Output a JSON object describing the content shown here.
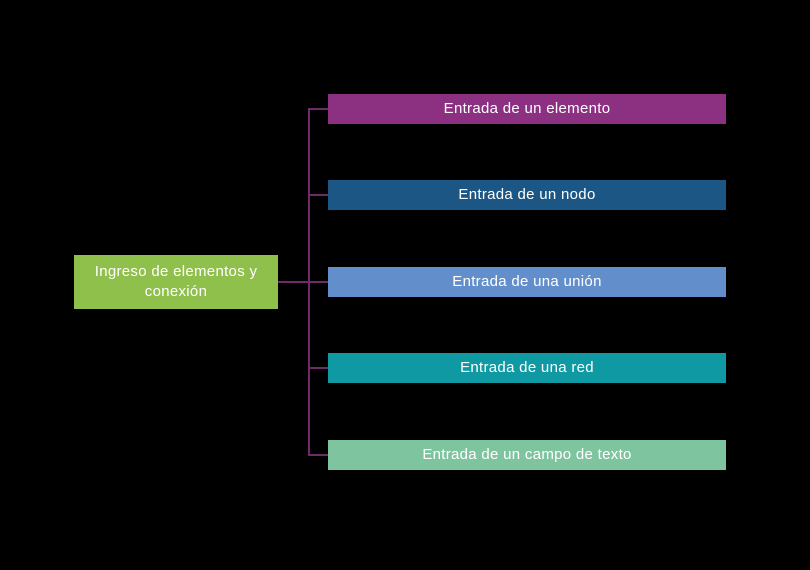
{
  "page": {
    "background_color": "#000000",
    "text_color": "#FFFFFF"
  },
  "diagram": {
    "type": "tree",
    "connector_color": "#6E2B69",
    "root": {
      "label": "Ingreso de elementos y conexión",
      "color": "#8FC04C",
      "text_color": "#FFFFFF"
    },
    "children": [
      {
        "label": "Entrada de un elemento",
        "color": "#8C3182"
      },
      {
        "label": "Entrada de un nodo",
        "color": "#1B5685"
      },
      {
        "label": "Entrada de una unión",
        "color": "#628FCB"
      },
      {
        "label": "Entrada de una red",
        "color": "#0E99A3"
      },
      {
        "label": "Entrada de un campo de texto",
        "color": "#7EC49E"
      }
    ]
  }
}
